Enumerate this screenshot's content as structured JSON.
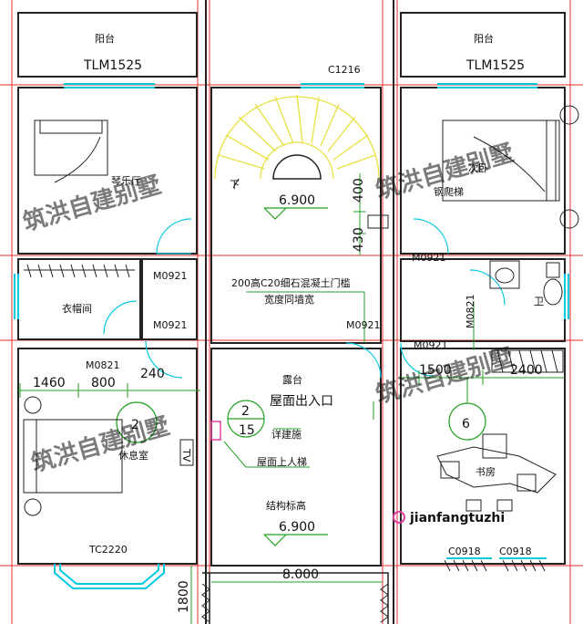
{
  "rooms": {
    "balcony_left": "阳台",
    "balcony_right": "阳台",
    "piano_hall": "琴乐厅",
    "second_bedroom": "次卧",
    "cloakroom": "衣帽间",
    "bathroom": "卫",
    "rest_room": "休息室",
    "study": "书房",
    "terrace": "露台",
    "tv": "TV"
  },
  "openings": {
    "tlm_left": "TLM1525",
    "tlm_right": "TLM1525",
    "c1216": "C1216",
    "m0921_a": "M0921",
    "m0921_b": "M0921",
    "m0921_c": "M0921",
    "m0921_d": "M0921",
    "m0921_e": "M0921",
    "m0821_a": "M0821",
    "m0821_b": "M0821",
    "tc2220": "TC2220",
    "c0918_a": "C0918",
    "c0918_b": "C0918"
  },
  "annotations": {
    "stair_down": "下",
    "steel_ladder": "钢爬梯",
    "sill_note_1": "200高C20细石混凝土门槛",
    "sill_note_2": "宽度同墙宽",
    "roof_exit": "屋面出入口",
    "detail_ref": "详建施",
    "roof_ladder": "屋面上人梯",
    "struct_elev": "结构标高"
  },
  "levels": {
    "top": "6.900",
    "bottom": "6.900"
  },
  "dimensions": {
    "d400": "400",
    "d430": "430",
    "d1460": "1460",
    "d800": "800",
    "d240": "240",
    "d1500": "1500",
    "d2400": "2400",
    "d8000": "8.000",
    "d1800": "1800"
  },
  "axis_markers": {
    "axis_2": "2",
    "axis_6": "6",
    "detail_num": "2",
    "detail_sheet": "15"
  },
  "watermark": "筑洪自建别墅",
  "brand": "jianfangtuzhi",
  "colors": {
    "red_grid": "#e03030",
    "green_dim": "#20a020",
    "window_cyan": "#00c8e0",
    "stair_yellow": "#e8e040",
    "wall": "#222222",
    "watermark": "#7fb8c8",
    "brand": "#e040a0"
  }
}
